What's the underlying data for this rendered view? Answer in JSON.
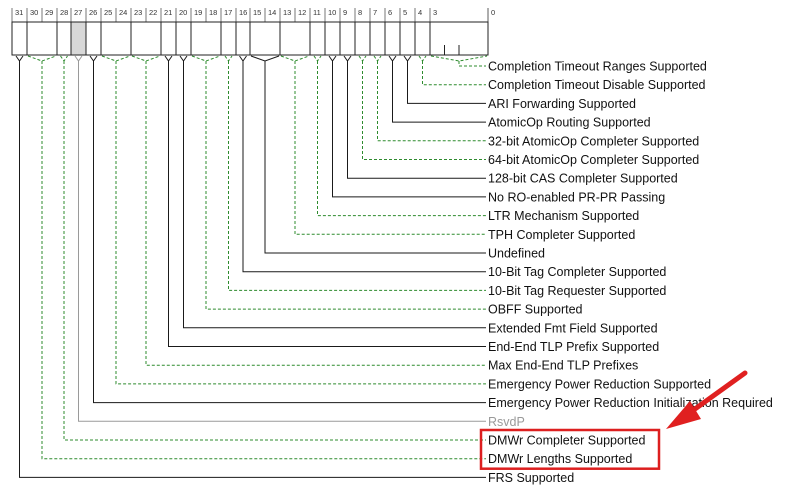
{
  "register": {
    "bit_labels": [
      "31",
      "30",
      "29",
      "28",
      "27",
      "26",
      "25",
      "24",
      "23",
      "22",
      "21",
      "20",
      "19",
      "18",
      "17",
      "16",
      "15",
      "14",
      "13",
      "12",
      "11",
      "10",
      "9",
      "8",
      "7",
      "6",
      "5",
      "4",
      "3",
      "0"
    ],
    "fields": [
      {
        "label": "Completion Timeout Ranges Supported",
        "bits": [
          0,
          3
        ],
        "required": false,
        "reserved": false
      },
      {
        "label": "Completion Timeout Disable Supported",
        "bits": [
          4,
          4
        ],
        "required": false,
        "reserved": false
      },
      {
        "label": "ARI Forwarding Supported",
        "bits": [
          5,
          5
        ],
        "required": true,
        "reserved": false
      },
      {
        "label": "AtomicOp Routing Supported",
        "bits": [
          6,
          6
        ],
        "required": true,
        "reserved": false
      },
      {
        "label": "32-bit AtomicOp Completer Supported",
        "bits": [
          7,
          7
        ],
        "required": false,
        "reserved": false
      },
      {
        "label": "64-bit AtomicOp Completer Supported",
        "bits": [
          8,
          8
        ],
        "required": false,
        "reserved": false
      },
      {
        "label": "128-bit CAS Completer Supported",
        "bits": [
          9,
          9
        ],
        "required": true,
        "reserved": false
      },
      {
        "label": "No RO-enabled PR-PR Passing",
        "bits": [
          10,
          10
        ],
        "required": true,
        "reserved": false
      },
      {
        "label": "LTR Mechanism Supported",
        "bits": [
          11,
          11
        ],
        "required": false,
        "reserved": false
      },
      {
        "label": "TPH Completer Supported",
        "bits": [
          12,
          13
        ],
        "required": false,
        "reserved": false
      },
      {
        "label": "Undefined",
        "bits": [
          14,
          15
        ],
        "required": true,
        "reserved": false
      },
      {
        "label": "10-Bit Tag Completer Supported",
        "bits": [
          16,
          16
        ],
        "required": true,
        "reserved": false
      },
      {
        "label": "10-Bit Tag Requester Supported",
        "bits": [
          17,
          17
        ],
        "required": false,
        "reserved": false
      },
      {
        "label": "OBFF Supported",
        "bits": [
          18,
          19
        ],
        "required": false,
        "reserved": false
      },
      {
        "label": "Extended Fmt Field Supported",
        "bits": [
          20,
          20
        ],
        "required": true,
        "reserved": false
      },
      {
        "label": "End-End TLP Prefix Supported",
        "bits": [
          21,
          21
        ],
        "required": true,
        "reserved": false
      },
      {
        "label": "Max End-End TLP Prefixes",
        "bits": [
          22,
          23
        ],
        "required": false,
        "reserved": false
      },
      {
        "label": "Emergency Power Reduction Supported",
        "bits": [
          24,
          25
        ],
        "required": false,
        "reserved": false
      },
      {
        "label": "Emergency Power Reduction Initialization Required",
        "bits": [
          26,
          26
        ],
        "required": true,
        "reserved": false
      },
      {
        "label": "RsvdP",
        "bits": [
          27,
          27
        ],
        "required": false,
        "reserved": true
      },
      {
        "label": "DMWr Completer Supported",
        "bits": [
          28,
          28
        ],
        "required": false,
        "reserved": false,
        "highlighted": true
      },
      {
        "label": "DMWr Lengths Supported",
        "bits": [
          29,
          30
        ],
        "required": false,
        "reserved": false,
        "highlighted": true
      },
      {
        "label": "FRS Supported",
        "bits": [
          31,
          31
        ],
        "required": true,
        "reserved": false
      }
    ]
  },
  "colors": {
    "solid_line": "#1a1a1a",
    "dashed_line": "#2e8b2e",
    "reserved_line": "#9a9a9a",
    "reserved_cell": "#d8d8d8",
    "highlight_box": "#dd1f1f",
    "arrow": "#e02020"
  }
}
